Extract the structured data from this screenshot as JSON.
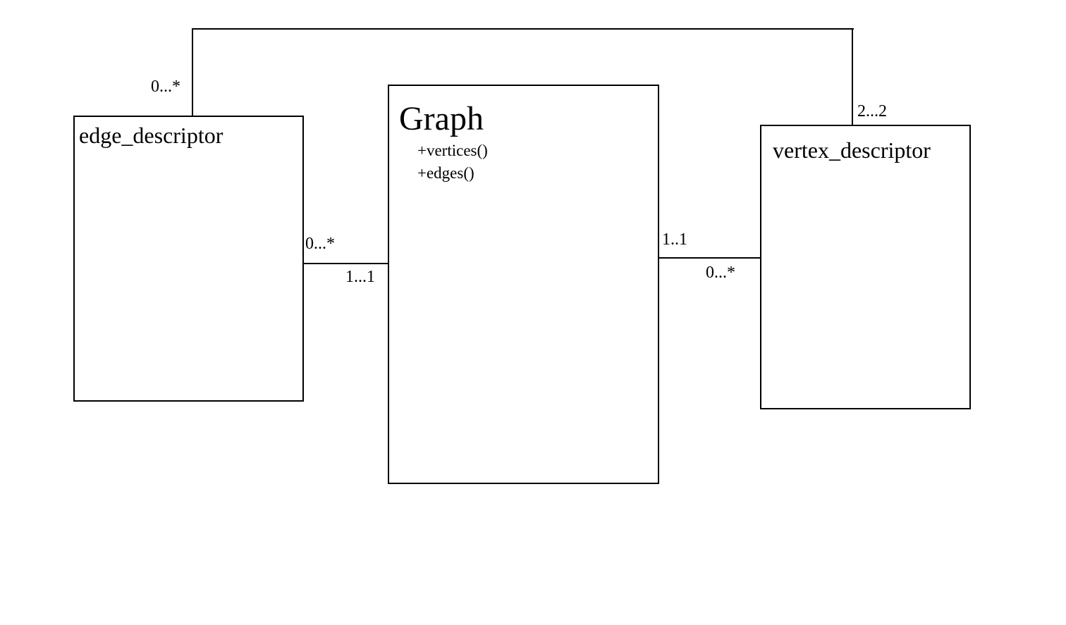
{
  "diagram": {
    "classes": {
      "edge": {
        "name": "edge_descriptor"
      },
      "graph": {
        "name": "Graph",
        "operations": [
          "+vertices()",
          "+edges()"
        ]
      },
      "vertex": {
        "name": "vertex_descriptor"
      }
    },
    "associations": {
      "edge_vertex": {
        "edge_end": "0...*",
        "vertex_end": "2...2"
      },
      "edge_graph": {
        "edge_end": "0...*",
        "graph_end": "1...1"
      },
      "graph_vertex": {
        "graph_end": "1..1",
        "vertex_end": "0...*"
      }
    }
  }
}
